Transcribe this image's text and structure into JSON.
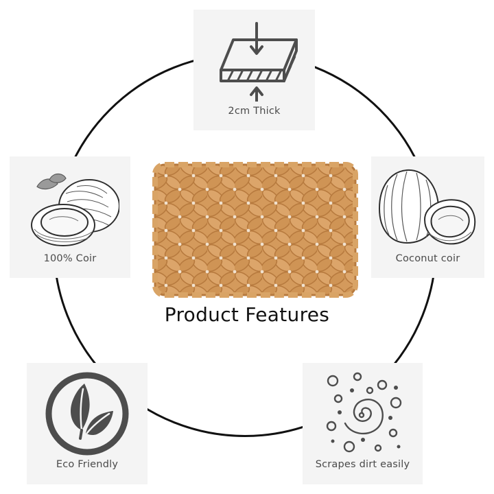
{
  "title": "Product Features",
  "features": {
    "thick": {
      "label": "2cm Thick",
      "icon": "thickness-arrows-icon"
    },
    "coir": {
      "label": "100% Coir",
      "icon": "coconut-sketch-icon"
    },
    "coconut": {
      "label": "Coconut coir",
      "icon": "coconut-halves-icon"
    },
    "eco": {
      "label": "Eco Friendly",
      "icon": "leaf-circle-icon"
    },
    "dirt": {
      "label": "Scrapes dirt easily",
      "icon": "dirt-swirl-icon"
    }
  },
  "colors": {
    "card_background": "#f4f4f4",
    "ring": "#111111",
    "icon": "#4d4d4d",
    "mat_fiber": "#d49a5c",
    "mat_shadow": "#b77a3e"
  }
}
